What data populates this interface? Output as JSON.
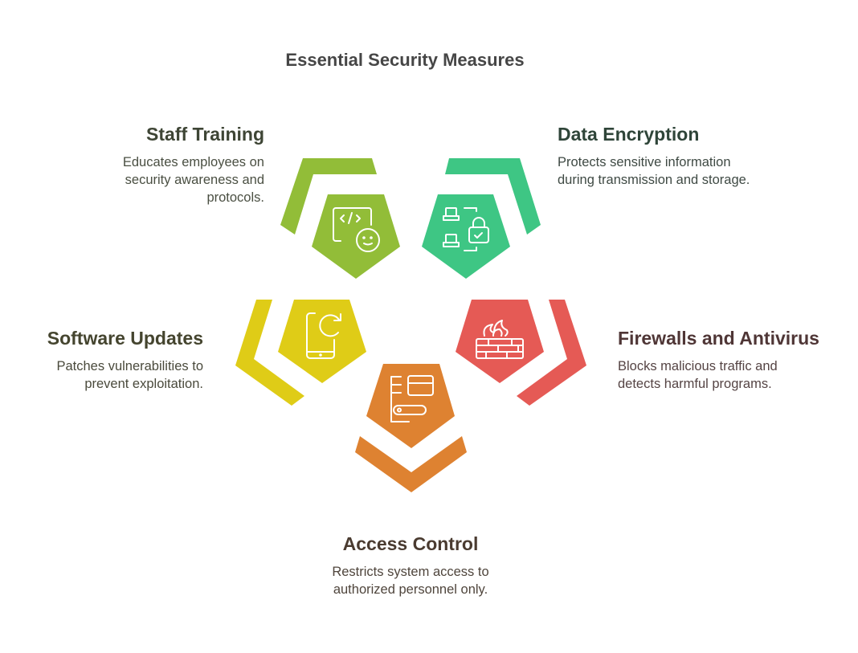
{
  "title": "Essential Security Measures",
  "items": [
    {
      "heading": "Staff Training",
      "description": "Educates employees on security awareness and protocols.",
      "color": "#92bd38",
      "heading_color": "#3e4535",
      "icon": "code-screen-face-icon"
    },
    {
      "heading": "Data Encryption",
      "description": "Protects sensitive information during transmission and storage.",
      "color": "#3ec684",
      "heading_color": "#2f4539",
      "icon": "laptops-lock-icon"
    },
    {
      "heading": "Software Updates",
      "description": "Patches vulnerabilities to prevent exploitation.",
      "color": "#dfcc17",
      "heading_color": "#45452f",
      "icon": "phone-refresh-icon"
    },
    {
      "heading": "Firewalls and Antivirus",
      "description": "Blocks malicious traffic and detects harmful programs.",
      "color": "#e55a55",
      "heading_color": "#4f3636",
      "icon": "firewall-icon"
    },
    {
      "heading": "Access Control",
      "description": "Restricts system access to authorized personnel only.",
      "color": "#de8231",
      "heading_color": "#4a3b30",
      "icon": "door-access-icon"
    }
  ]
}
